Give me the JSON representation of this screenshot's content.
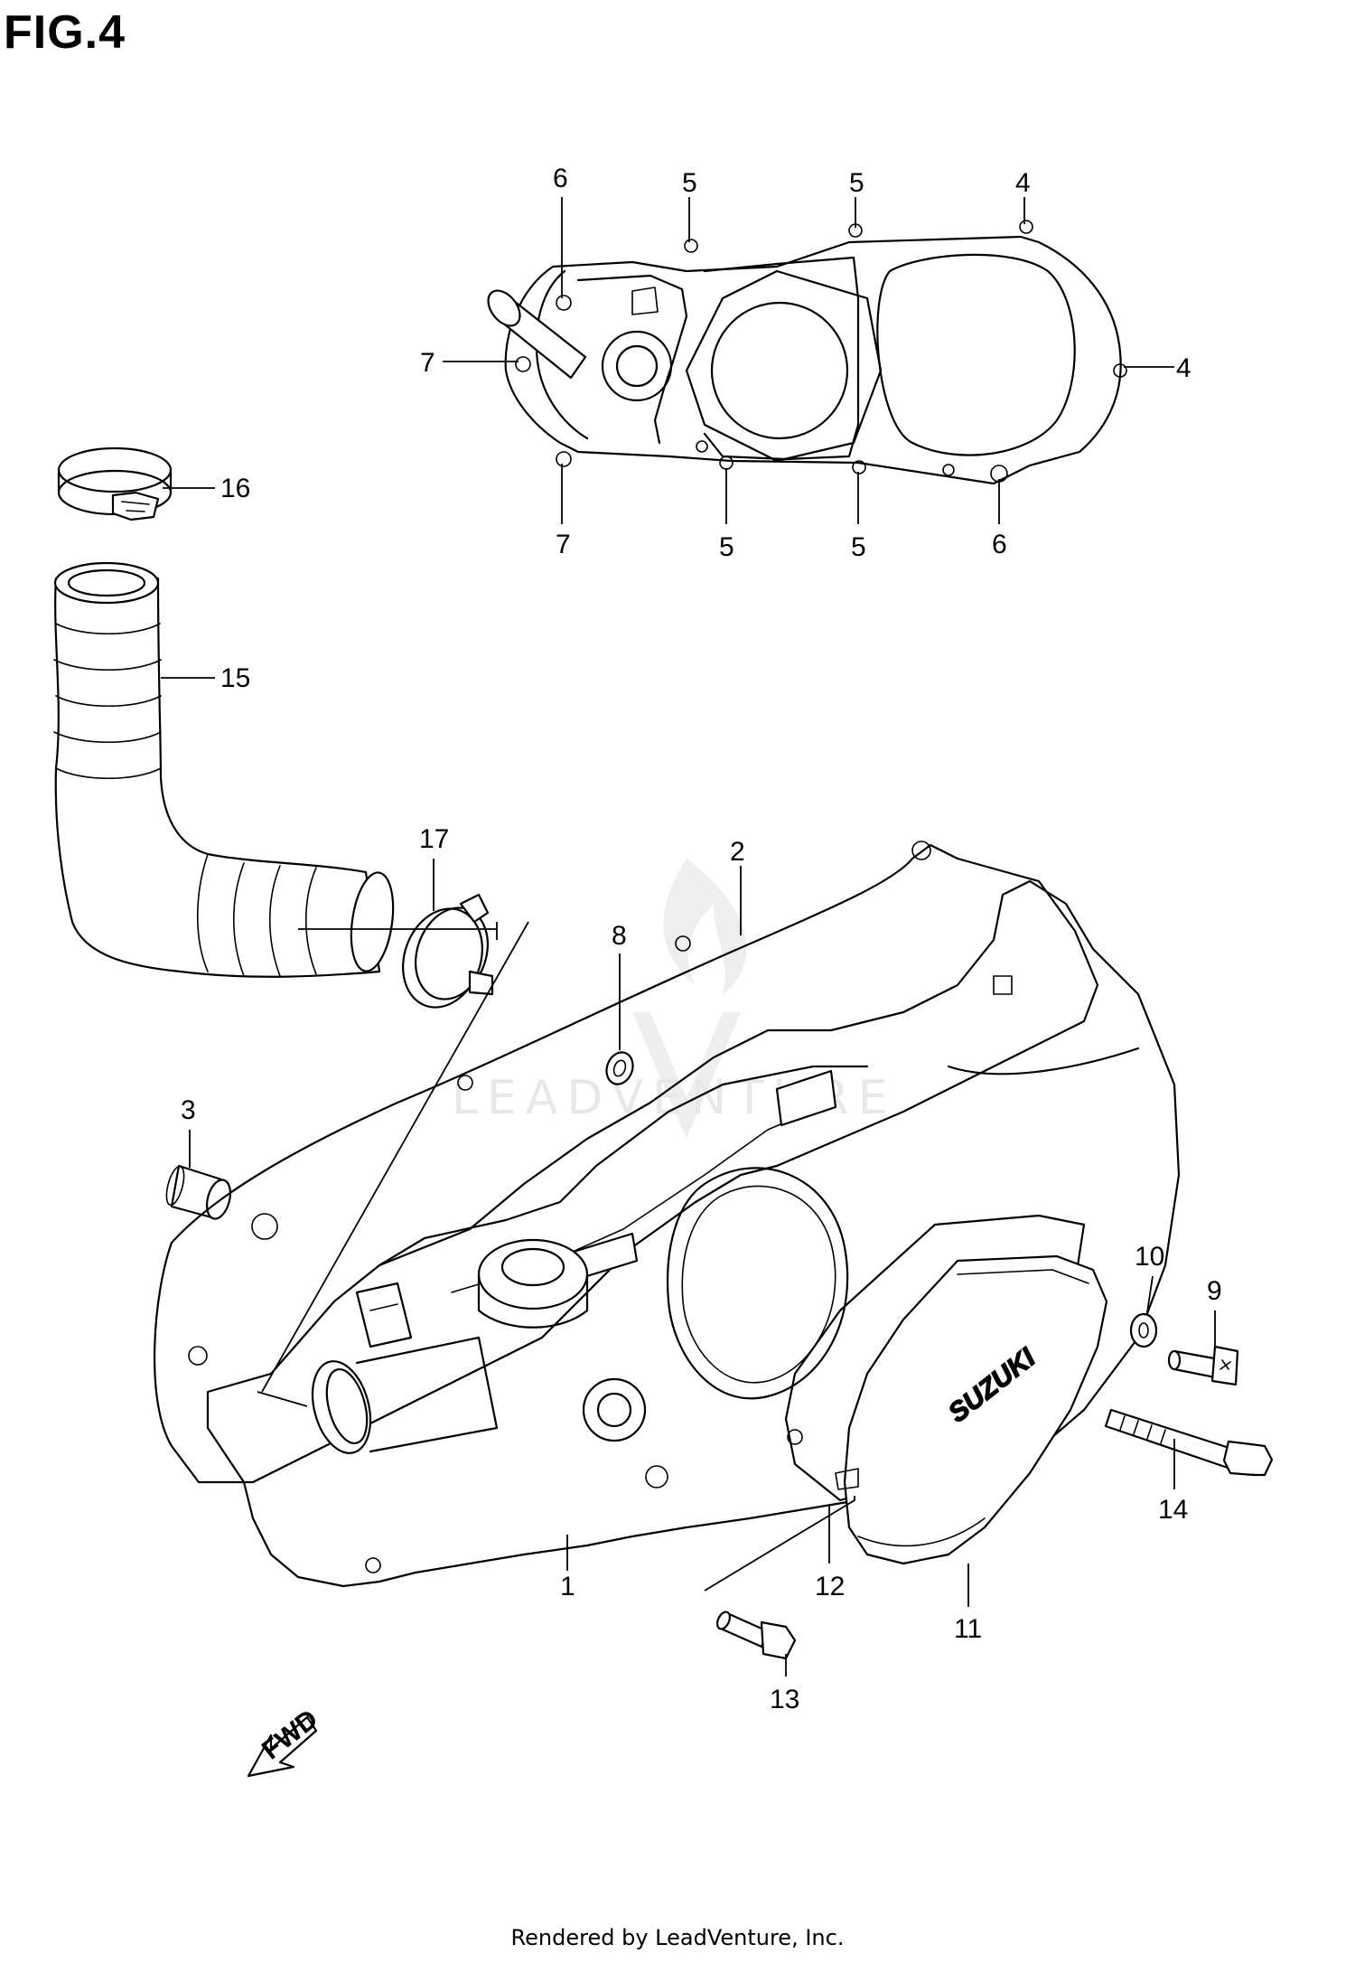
{
  "figure_title": "FIG.4",
  "watermark_text": "LEADVENTURE",
  "footer_text": "Rendered by LeadVenture, Inc.",
  "cover_emboss_text": "SUZUKI",
  "fwd_arrow_text": "FWD",
  "callouts": {
    "c1": "1",
    "c2": "2",
    "c3": "3",
    "c4a": "4",
    "c4b": "4",
    "c5a": "5",
    "c5b": "5",
    "c5c": "5",
    "c5d": "5",
    "c6a": "6",
    "c6b": "6",
    "c7a": "7",
    "c7b": "7",
    "c8": "8",
    "c9": "9",
    "c10": "10",
    "c11": "11",
    "c12": "12",
    "c13": "13",
    "c14": "14",
    "c15": "15",
    "c16": "16",
    "c17": "17"
  }
}
